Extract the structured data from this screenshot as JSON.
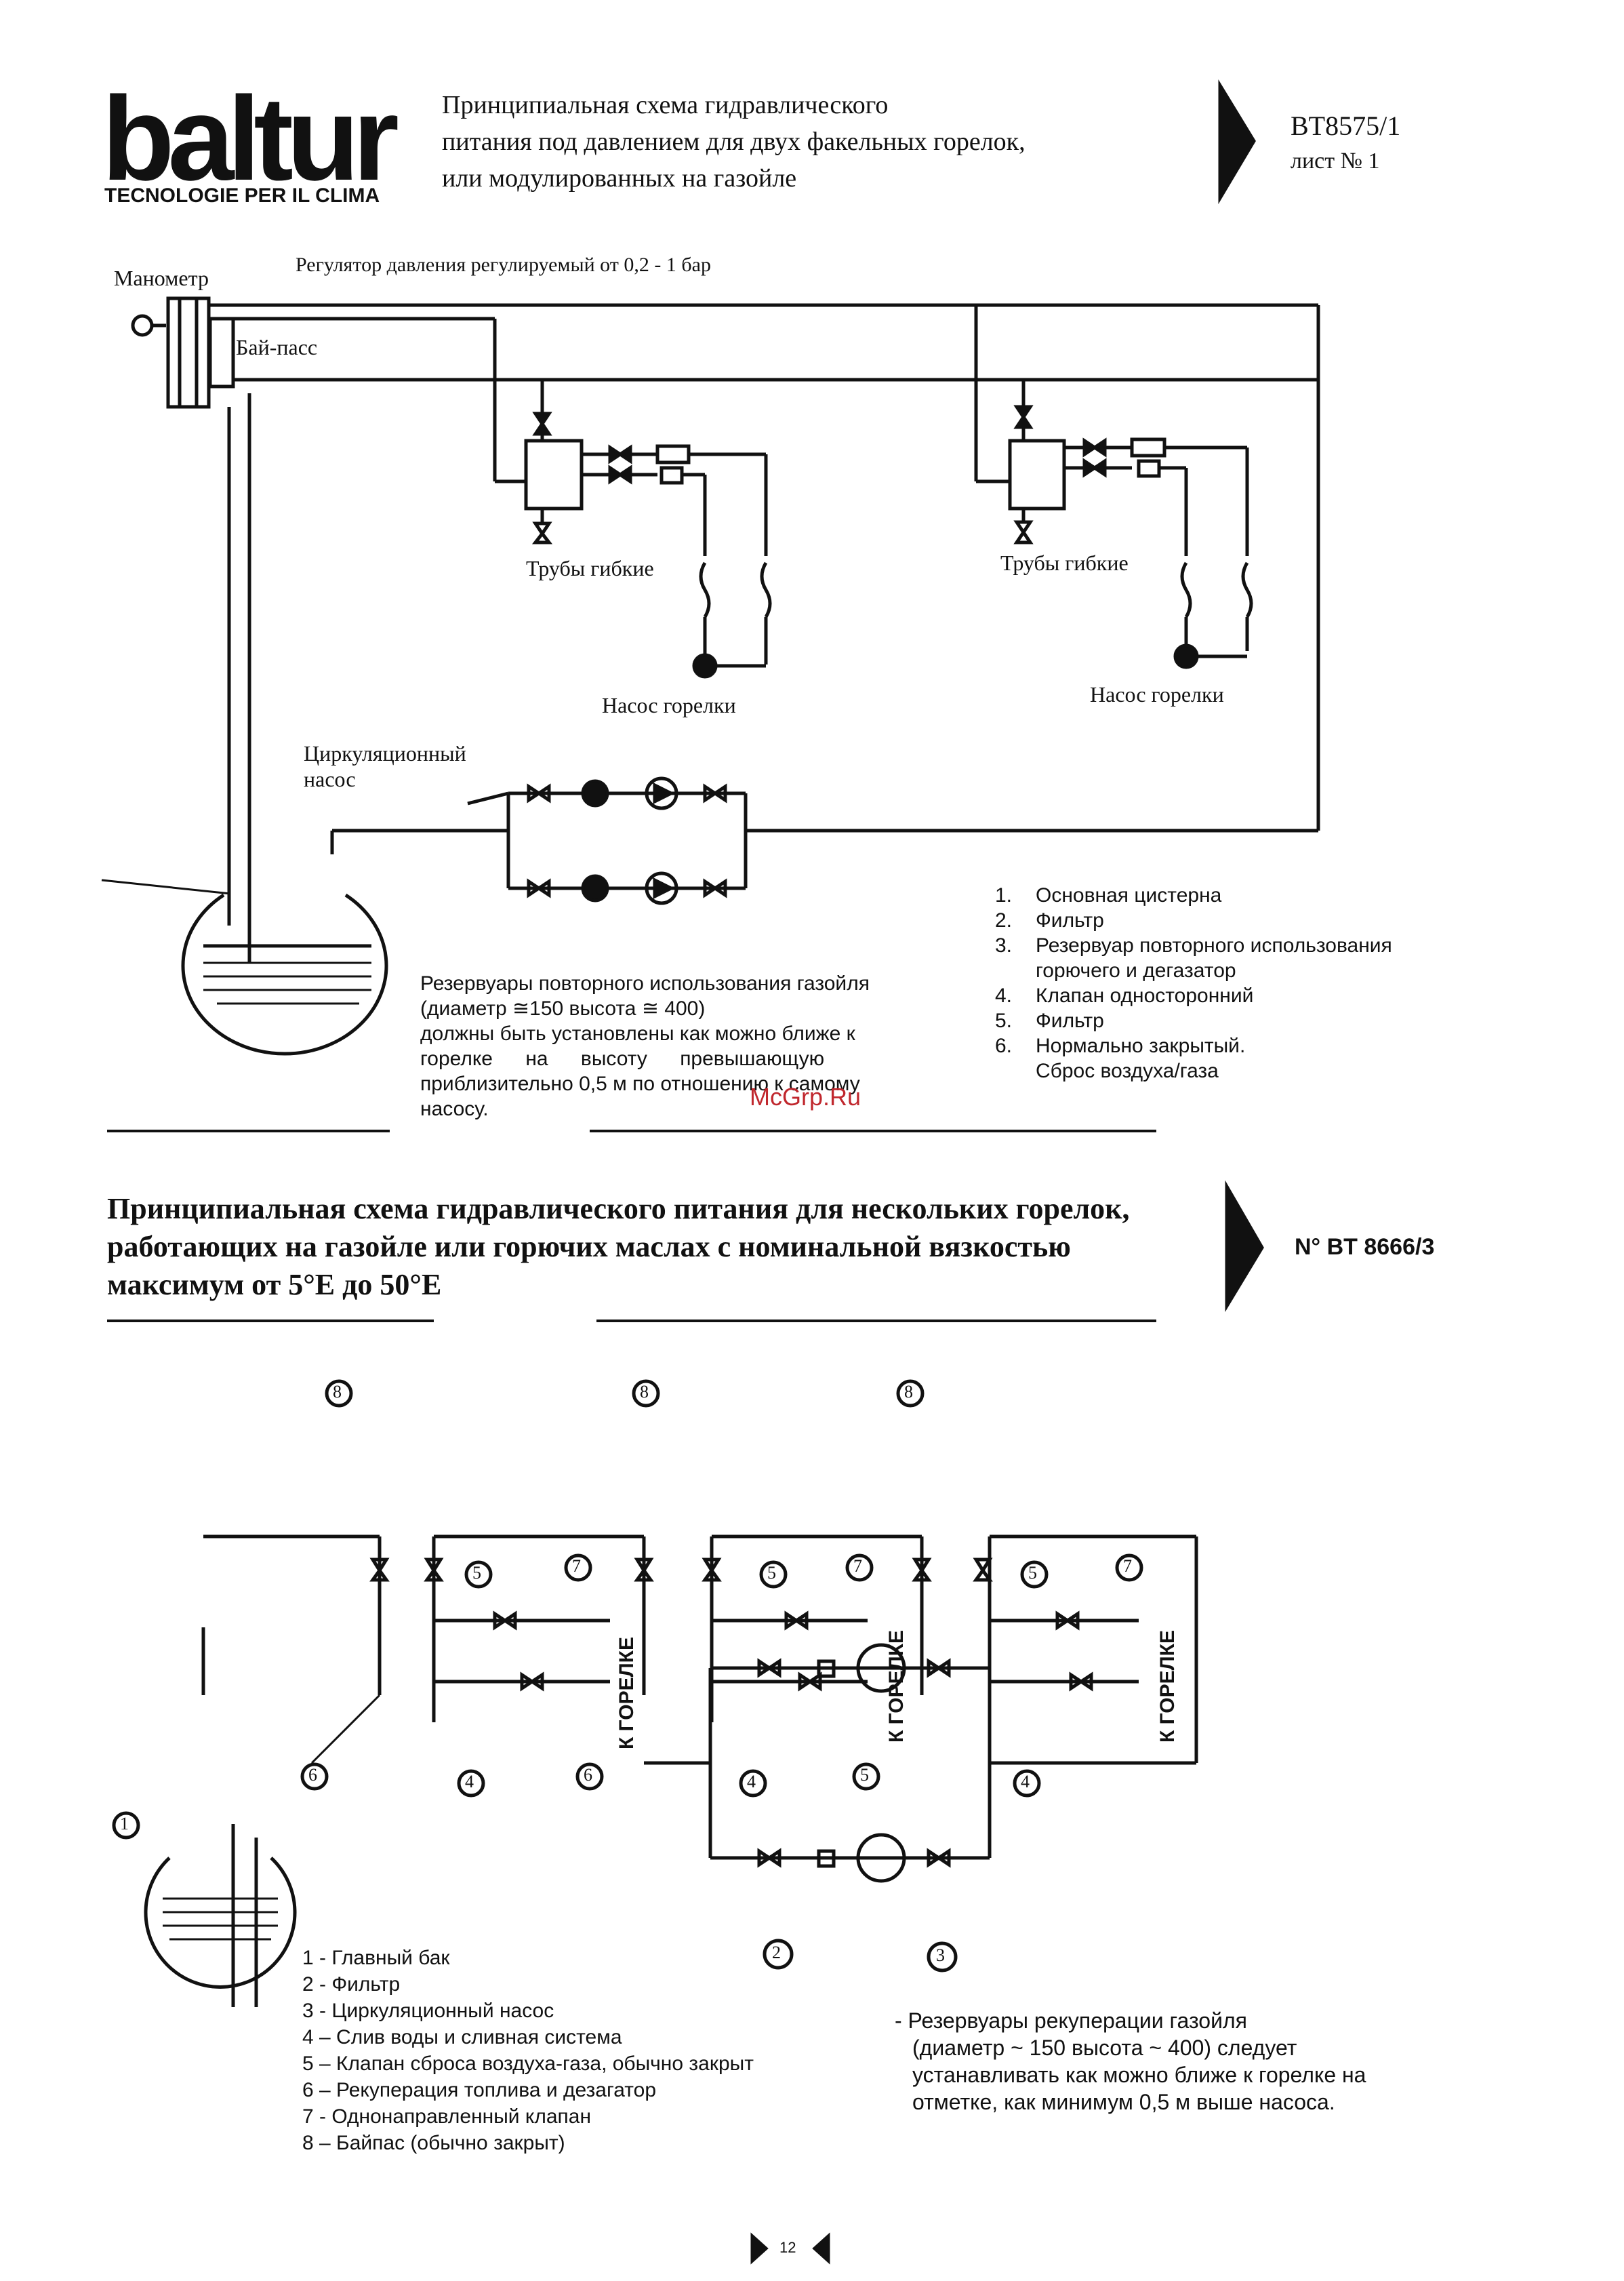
{
  "header": {
    "logo": "baltur",
    "logo_tagline": "TECNOLOGIE PER IL CLIMA",
    "title_lines": [
      "Принципиальная схема гидравлического",
      "питания под давлением для двух факельных горелок,",
      "или модулированных на газойле"
    ],
    "doc_number": "BT8575/1",
    "sheet": "лист № 1"
  },
  "diagram1": {
    "labels": {
      "manometer": "Манометр",
      "regulator": "Регулятор давления регулируемый  от 0,2 - 1 бар",
      "bypass": "Бай-пасс",
      "flex_pipes_1": "Трубы гибкие",
      "flex_pipes_2": "Трубы гибкие",
      "burner_pump_1": "Насос горелки",
      "burner_pump_2": "Насос горелки",
      "circ_pump_line1": "Циркуляционный",
      "circ_pump_line2": "насос"
    },
    "legend": [
      {
        "n": "1.",
        "text": "Основная цистерна"
      },
      {
        "n": "2.",
        "text": "Фильтр"
      },
      {
        "n": "3.",
        "text": "Резервуар повторного использования"
      },
      {
        "n": "",
        "text": "горючего и дегазатор"
      },
      {
        "n": "4.",
        "text": "Клапан односторонний"
      },
      {
        "n": "5.",
        "text": "Фильтр"
      },
      {
        "n": "6.",
        "text": "Нормально закрытый."
      },
      {
        "n": "",
        "text": "Сброс воздуха/газа"
      }
    ],
    "note_lines": [
      "Резервуары повторного использования газойля",
      "(диаметр ≅150 высота ≅ 400)",
      "должны быть установлены как можно ближе к",
      "горелке на высоту превышающую",
      "приблизительно 0,5 м по отношению к самому",
      "насосу."
    ]
  },
  "diagram2": {
    "title_lines": [
      "Принципиальная схема гидравлического питания для нескольких горелок,",
      "работающих на газойле или горючих маслах с номинальной вязкостью",
      "максимум от 5°Е до 50°Е"
    ],
    "doc_number": "N° BT 8666/3",
    "to_burner": "К ГОРЕЛКЕ",
    "legend": [
      "1 - Главный бак",
      "2 - Фильтр",
      "3 -  Циркуляционный насос",
      "4 – Слив воды и сливная система",
      "5 – Клапан сброса воздуха-газа, обычно закрыт",
      "6 – Рекуперация топлива и дезагатор",
      "7 -  Однонаправленный клапан",
      "8 – Байпас (обычно закрыт)"
    ],
    "note_lines": [
      "- Резервуары рекуперации газойля",
      "  (диаметр ~ 150  высота ~ 400)  следует",
      "  устанавливать как можно ближе к горелке на",
      "  отметке, как минимум 0,5 м выше насоса."
    ],
    "callouts": [
      "8",
      "8",
      "8",
      "5",
      "5",
      "5",
      "7",
      "7",
      "7",
      "6",
      "6",
      "5",
      "4",
      "4",
      "4",
      "1",
      "2",
      "3"
    ]
  },
  "watermark": "McGrp.Ru",
  "page_number": "12"
}
